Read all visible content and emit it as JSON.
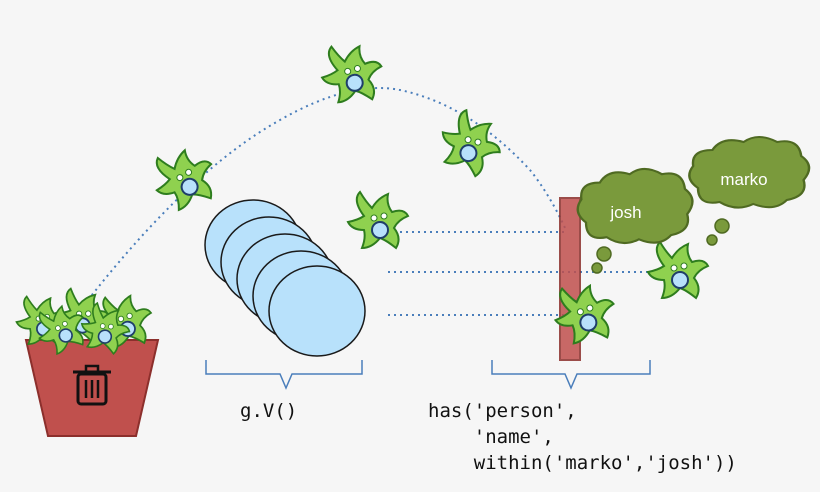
{
  "step1": {
    "code": "g.V()"
  },
  "step2": {
    "code_lines": [
      "has('person',",
      "    'name',",
      "    within('marko','josh'))"
    ]
  },
  "bubbles": {
    "josh": "josh",
    "marko": "marko"
  },
  "colors": {
    "sprite_green": "#8fd14f",
    "sprite_outline": "#2e7d1e",
    "vertex_blue": "#b8e1fb",
    "bubble_olive": "#7a9a3c",
    "bin_red": "#c0504d",
    "filter_bar": "#c0504d"
  },
  "icons": [
    "trash-icon"
  ]
}
